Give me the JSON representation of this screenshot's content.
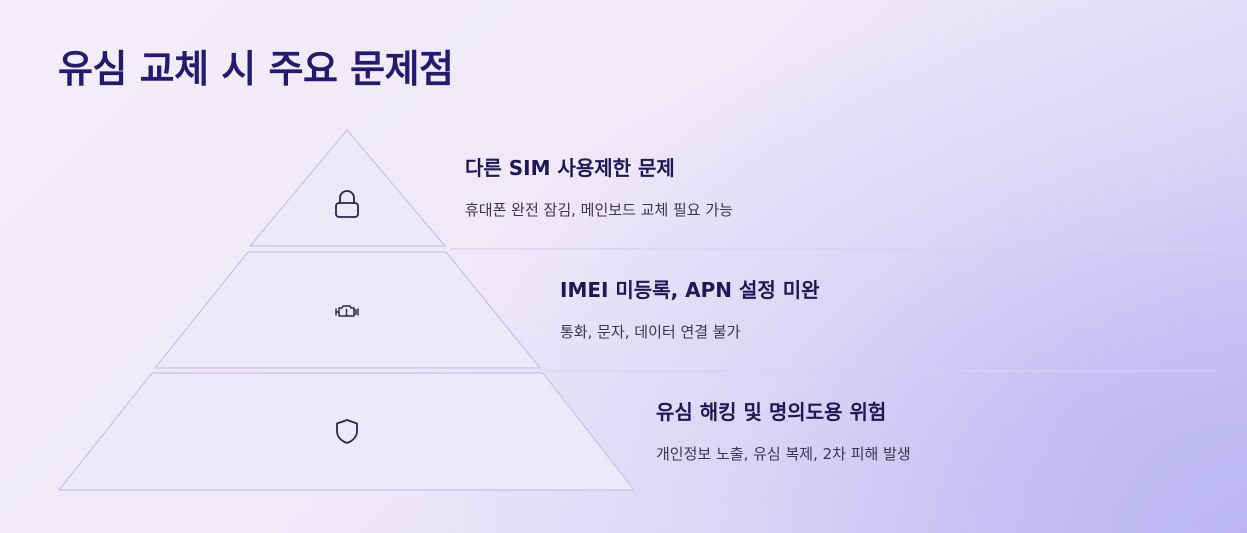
{
  "title": "유심 교체 시 주요 문제점",
  "tiers": [
    {
      "title": "다른 SIM 사용제한 문제",
      "description": "휴대폰 완전 잠김, 메인보드 교체 필요 가능",
      "icon": "lock-icon"
    },
    {
      "title": "IMEI 미등록, APN 설정 미완",
      "description": "통화, 문자, 데이터 연결 불가",
      "icon": "engine-warning-icon"
    },
    {
      "title": "유심 해킹 및 명의도용 위험",
      "description": "개인정보 노출, 유심 복제, 2차 피해 발생",
      "icon": "shield-icon"
    }
  ]
}
